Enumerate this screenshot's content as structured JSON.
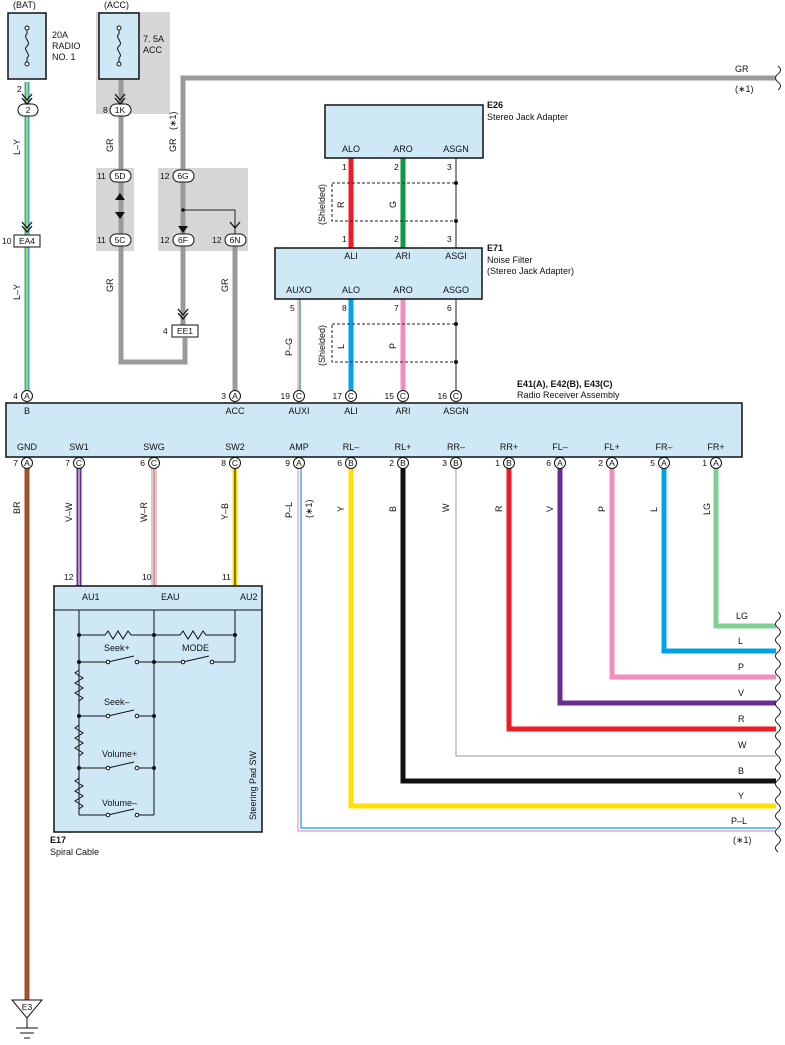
{
  "fuses": {
    "bat": {
      "source": "(BAT)",
      "rating": "20A",
      "name1": "RADIO",
      "name2": "NO. 1"
    },
    "acc": {
      "source": "(ACC)",
      "rating": "7. 5A",
      "name1": "ACC"
    }
  },
  "connectors": {
    "c2": "2",
    "c1k": "1K",
    "c5d": "5D",
    "c5c": "5C",
    "c6g": "6G",
    "c6f": "6F",
    "c6n": "6N",
    "ea4": "EA4",
    "ee1": "EE1",
    "e3": "E3"
  },
  "pin_numbers": {
    "p2": "2",
    "p8": "8",
    "p11a": "11",
    "p11b": "11",
    "p12a": "12",
    "p12b": "12",
    "p12c": "12",
    "p10": "10",
    "p4ee": "4"
  },
  "components": {
    "e26": {
      "code": "E26",
      "name": "Stereo Jack Adapter",
      "terminals": [
        "ALO",
        "ARO",
        "ASGN"
      ],
      "pins": [
        "1",
        "2",
        "3"
      ]
    },
    "e71": {
      "code": "E71",
      "name1": "Noise Filter",
      "name2": "(Stereo Jack Adapter)",
      "top_terminals": [
        "ALI",
        "ARI",
        "ASGI"
      ],
      "top_pins": [
        "1",
        "2",
        "3"
      ],
      "bottom_terminals": [
        "AUXO",
        "ALO",
        "ARO",
        "ASGO"
      ],
      "bottom_pins": [
        "5",
        "8",
        "7",
        "6"
      ]
    },
    "radio": {
      "code": "E41(A), E42(B), E43(C)",
      "name": "Radio Receiver Assembly",
      "top_terminals": [
        "B",
        "ACC",
        "AUXI",
        "ALI",
        "ARI",
        "ASGN"
      ],
      "top_pins": [
        "4",
        "3",
        "19",
        "17",
        "15",
        "16"
      ],
      "top_letters": [
        "A",
        "A",
        "C",
        "C",
        "C",
        "C"
      ],
      "bottom_terminals": [
        "GND",
        "SW1",
        "SWG",
        "SW2",
        "AMP",
        "RL–",
        "RL+",
        "RR–",
        "RR+",
        "FL–",
        "FL+",
        "FR–",
        "FR+"
      ],
      "bottom_pins": [
        "7",
        "7",
        "6",
        "8",
        "9",
        "6",
        "2",
        "3",
        "1",
        "6",
        "2",
        "5",
        "1"
      ],
      "bottom_letters": [
        "A",
        "C",
        "C",
        "C",
        "A",
        "B",
        "B",
        "B",
        "B",
        "A",
        "A",
        "A",
        "A"
      ]
    },
    "e17": {
      "code": "E17",
      "name": "Spiral Cable",
      "terminals": [
        "AU1",
        "EAU",
        "AU2"
      ],
      "pins": [
        "12",
        "10",
        "11"
      ],
      "switch_title": "Steering Pad SW",
      "switches": [
        "Seek+",
        "MODE",
        "Seek–",
        "Volume+",
        "Volume–"
      ]
    }
  },
  "wire_labels": {
    "ly1": "L–Y",
    "ly2": "L–Y",
    "gr1": "GR",
    "gr2": "GR",
    "gr3": "GR",
    "gr4": "GR",
    "gr_note": "(∗1)",
    "gr_top": "GR",
    "note1": "(∗1)",
    "r_e26": "R",
    "g_e26": "G",
    "shielded1": "(Shielded)",
    "l_e71": "L",
    "p_e71": "P",
    "shielded2": "(Shielded)",
    "pg": "P–G",
    "br": "BR",
    "vw": "V–W",
    "wr": "W–R",
    "yb": "Y–B",
    "pl": "P–L",
    "pl_note": "(∗1)",
    "y": "Y",
    "b": "B",
    "w": "W",
    "r": "R",
    "v": "V",
    "p": "P",
    "l": "L",
    "lg": "LG"
  },
  "right_labels": [
    "LG",
    "L",
    "P",
    "V",
    "R",
    "W",
    "B",
    "Y",
    "P–L",
    "(∗1)"
  ],
  "colors": {
    "panel": "#cfe8f5",
    "shade": "#d6d6d6",
    "LY_blue": "#29aae1",
    "LY_yellow": "#f5e400",
    "GR": "#9a9a9a",
    "R": "#ee1c25",
    "G": "#0a9a48",
    "L": "#00a3e6",
    "P": "#f28cbc",
    "BR": "#a0522d",
    "V": "#6a2c91",
    "Y": "#ffe000",
    "B": "#111111",
    "LG": "#7fcf97",
    "W": "#9a9a9a"
  }
}
